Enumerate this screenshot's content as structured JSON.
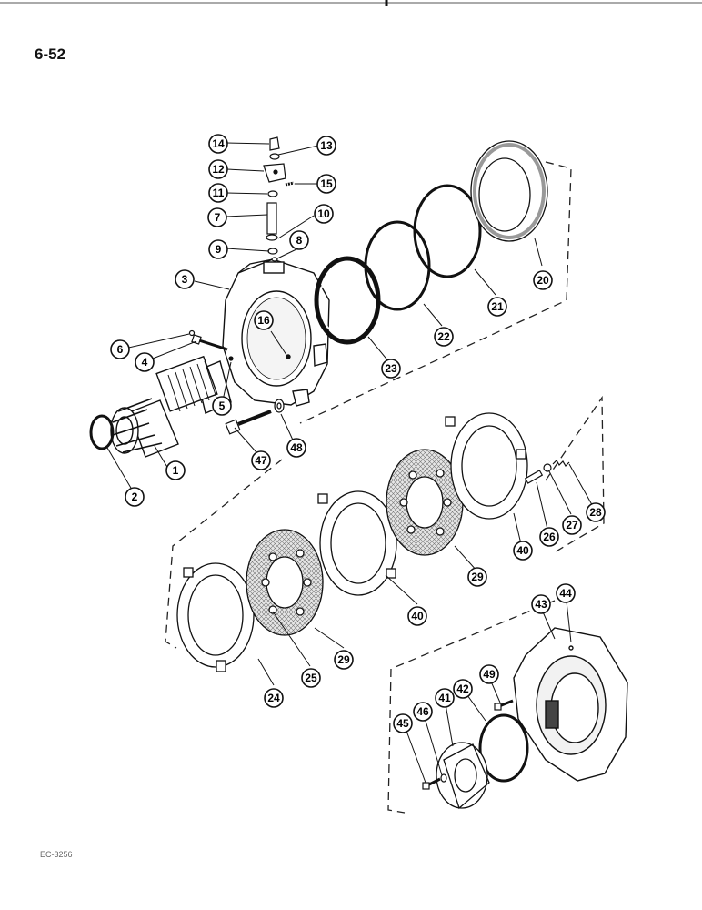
{
  "page": {
    "number": "6-52",
    "figure_ref": "EC-3256"
  },
  "parts": [
    {
      "id": "p1",
      "label": "1"
    },
    {
      "id": "p2",
      "label": "2"
    },
    {
      "id": "p3",
      "label": "3"
    },
    {
      "id": "p4",
      "label": "4"
    },
    {
      "id": "p5",
      "label": "5"
    },
    {
      "id": "p6",
      "label": "6"
    },
    {
      "id": "p7",
      "label": "7"
    },
    {
      "id": "p8",
      "label": "8"
    },
    {
      "id": "p9",
      "label": "9"
    },
    {
      "id": "p10",
      "label": "10"
    },
    {
      "id": "p11",
      "label": "11"
    },
    {
      "id": "p12",
      "label": "12"
    },
    {
      "id": "p13",
      "label": "13"
    },
    {
      "id": "p14",
      "label": "14"
    },
    {
      "id": "p15",
      "label": "15"
    },
    {
      "id": "p16",
      "label": "16"
    },
    {
      "id": "p20",
      "label": "20"
    },
    {
      "id": "p21",
      "label": "21"
    },
    {
      "id": "p22",
      "label": "22"
    },
    {
      "id": "p23",
      "label": "23"
    },
    {
      "id": "p24",
      "label": "24"
    },
    {
      "id": "p25",
      "label": "25"
    },
    {
      "id": "p26",
      "label": "26"
    },
    {
      "id": "p27",
      "label": "27"
    },
    {
      "id": "p28",
      "label": "28"
    },
    {
      "id": "p29a",
      "label": "29"
    },
    {
      "id": "p29b",
      "label": "29"
    },
    {
      "id": "p40a",
      "label": "40"
    },
    {
      "id": "p40b",
      "label": "40"
    },
    {
      "id": "p41",
      "label": "41"
    },
    {
      "id": "p42",
      "label": "42"
    },
    {
      "id": "p43",
      "label": "43"
    },
    {
      "id": "p44",
      "label": "44"
    },
    {
      "id": "p45",
      "label": "45"
    },
    {
      "id": "p46",
      "label": "46"
    },
    {
      "id": "p47",
      "label": "47"
    },
    {
      "id": "p48",
      "label": "48"
    },
    {
      "id": "p49",
      "label": "49"
    }
  ]
}
